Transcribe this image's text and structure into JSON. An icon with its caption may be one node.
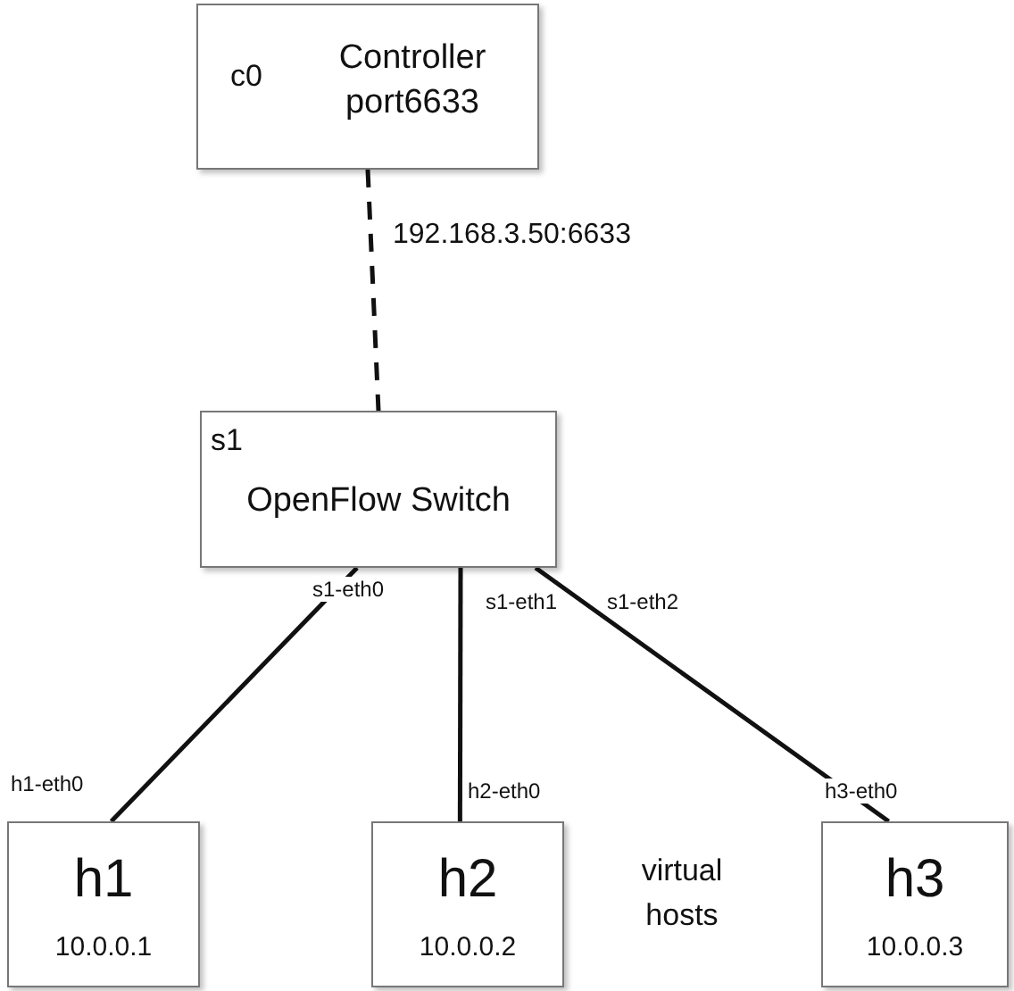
{
  "diagram": {
    "nodes": [
      {
        "text": [
          "c0",
          "Controller port6633"
        ]
      },
      {
        "text": [
          "s1",
          "OpenFlow Switch"
        ]
      },
      {
        "text": [
          "h1",
          "10.0.0.1"
        ]
      },
      {
        "text": [
          "h2",
          "10.0.0.2"
        ]
      },
      {
        "text": [
          "h3",
          "10.0.0.3"
        ]
      }
    ],
    "edges": [
      {
        "from": 0,
        "to": 1,
        "arrow": "none",
        "label": "192.168.3.50:6633",
        "style": "dashed"
      },
      {
        "from": 1,
        "to": 2,
        "arrow": "none"
      },
      {
        "from": 1,
        "to": 3,
        "arrow": "none"
      },
      {
        "from": 1,
        "to": 4,
        "arrow": "none"
      }
    ],
    "labels": [
      "s1-eth0",
      "s1-eth1",
      "s1-eth2",
      "h1-eth0",
      "h2-eth0",
      "h3-eth0",
      "virtual hosts"
    ]
  }
}
